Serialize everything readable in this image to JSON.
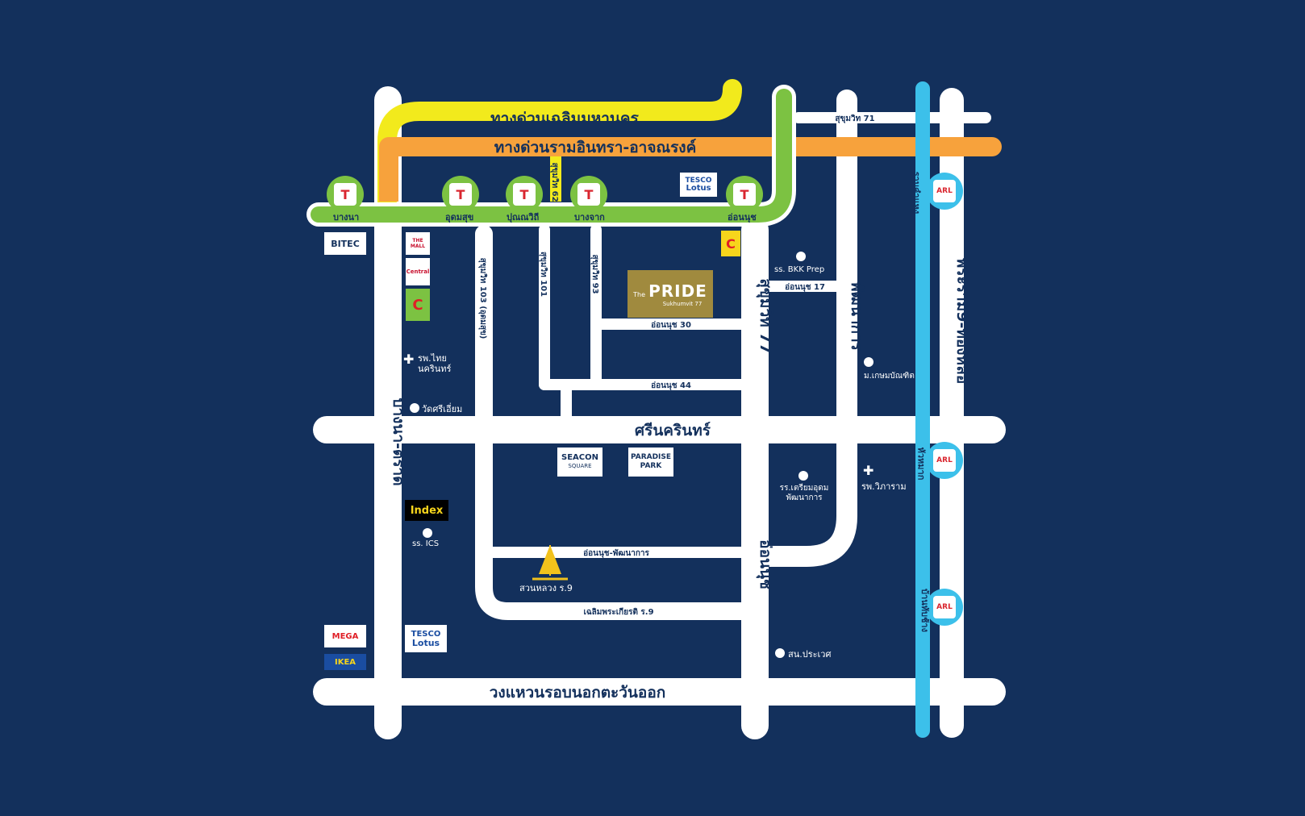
{
  "colors": {
    "background": "#13305c",
    "road": "#ffffff",
    "expressway_yellow": "#f2ea1c",
    "expressway_orange": "#f7a23c",
    "bts_green": "#7cc242",
    "arl_blue": "#3cc0ea",
    "project_gold": "#a08a3e"
  },
  "expressways": {
    "chaloem": "ทางด่วนเฉลิมมหานคร",
    "ramintra": "ทางด่วนรามอินทรา-อาจณรงค์"
  },
  "roads": {
    "bangna_trat": "บางนา-ตราด",
    "srinakarin": "ศรีนครินทร์",
    "ring_road": "วงแหวนรอบนอกตะวันออก",
    "sukhumvit77": "สุขุมวิท 77",
    "onnut": "อ่อนนุช",
    "pattanakarn": "พัฒนาการ",
    "rama9_motorway": "พระราม9-ทองหล่อ",
    "sukhumvit71": "สุขุมวิท 71",
    "sukhumvit62": "สุขุมวิท 62",
    "sukhumvit103": "สุขุมวิท 103 (อุดมสุข)",
    "sukhumvit101": "สุขุมวิท 101",
    "sukhumvit93": "สุขุมวิท 93",
    "onnut17": "อ่อนนุช 17",
    "onnut30": "อ่อนนุช 30",
    "onnut44": "อ่อนนุช 44",
    "onnut_pattanakarn": "อ่อนนุช-พัฒนาการ",
    "chaloem_r9": "เฉลิมพระเกียรติ ร.9"
  },
  "bts_stations": [
    "บางนา",
    "อุดมสุข",
    "ปุณณวิถี",
    "บางจาก",
    "อ่อนนุช"
  ],
  "arl_stations": [
    "รามคำแหง",
    "หัวหมาก",
    "บ้านทับช้าง"
  ],
  "places": {
    "bkk_prep": "ss. BKK Prep",
    "kasem": "ม.เกษมบัณฑิต",
    "thai_nakarin": "รพ.ไทย นครินทร์",
    "wat_sri_iam": "วัดศรีเอี่ยม",
    "triam_udom": "รร.เตรียมอุดม พัฒนาการ",
    "vibharam": "รพ.วิภาราม",
    "ics": "ss. ICS",
    "suan_luang": "สวนหลวง ร.9",
    "prawet": "สน.ประเวศ"
  },
  "logos": {
    "bitec": "BITEC",
    "tesco": "TESCO",
    "lotus": "Lotus",
    "index": "Index",
    "mega": "MEGA",
    "ikea": "IKEA",
    "seacon": "SEACON",
    "seacon_sub": "SQUARE",
    "paradise": "PARADISE",
    "paradise_sub": "PARK",
    "the_mall": "THE MALL",
    "central": "Central",
    "bigc": "C"
  },
  "project": {
    "prefix": "The",
    "name": "PRIDE",
    "sub": "Sukhumvit 77"
  }
}
